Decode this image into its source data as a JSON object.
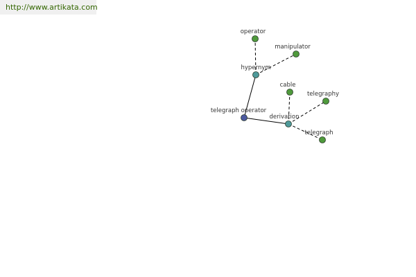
{
  "watermark": {
    "url": "http://www.artikata.com",
    "color": "#336600"
  },
  "colors": {
    "root_node": "#4d5aa0",
    "relation_node": "#4f9a9a",
    "leaf_node": "#4f9a3c",
    "edge": "#000000"
  },
  "nodes": [
    {
      "id": "telegraph-operator",
      "label": "telegraph operator",
      "kind": "root"
    },
    {
      "id": "hypernym",
      "label": "hypernym",
      "kind": "relation"
    },
    {
      "id": "derivation",
      "label": "derivation",
      "kind": "relation"
    },
    {
      "id": "operator",
      "label": "operator",
      "kind": "leaf"
    },
    {
      "id": "manipulator",
      "label": "manipulator",
      "kind": "leaf"
    },
    {
      "id": "cable",
      "label": "cable",
      "kind": "leaf"
    },
    {
      "id": "telegraphy",
      "label": "telegraphy",
      "kind": "leaf"
    },
    {
      "id": "telegraph",
      "label": "telegraph",
      "kind": "leaf"
    }
  ],
  "edges": [
    {
      "from": "telegraph-operator",
      "to": "hypernym",
      "style": "solid"
    },
    {
      "from": "telegraph-operator",
      "to": "derivation",
      "style": "solid"
    },
    {
      "from": "hypernym",
      "to": "operator",
      "style": "dashed"
    },
    {
      "from": "hypernym",
      "to": "manipulator",
      "style": "dashed"
    },
    {
      "from": "derivation",
      "to": "cable",
      "style": "dashed"
    },
    {
      "from": "derivation",
      "to": "telegraphy",
      "style": "dashed"
    },
    {
      "from": "derivation",
      "to": "telegraph",
      "style": "dashed"
    }
  ]
}
